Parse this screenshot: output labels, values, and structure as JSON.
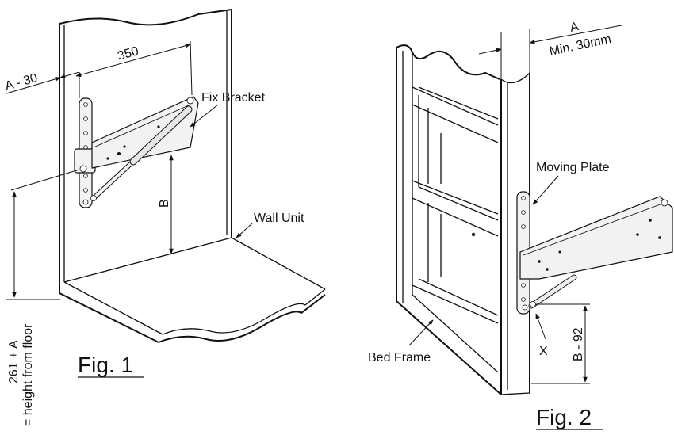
{
  "fig1": {
    "caption": "Fig. 1",
    "labels": {
      "a_minus_30": "A - 30",
      "dim_350": "350",
      "fix_bracket": "Fix Bracket",
      "b": "B",
      "wall_unit": "Wall Unit",
      "height_formula": "261 + A",
      "height_note": "= height from floor"
    }
  },
  "fig2": {
    "caption": "Fig. 2",
    "labels": {
      "a": "A",
      "min_30mm": "Min. 30mm",
      "moving_plate": "Moving Plate",
      "bed_frame": "Bed Frame",
      "x": "X",
      "b_minus_92": "B - 92"
    }
  }
}
